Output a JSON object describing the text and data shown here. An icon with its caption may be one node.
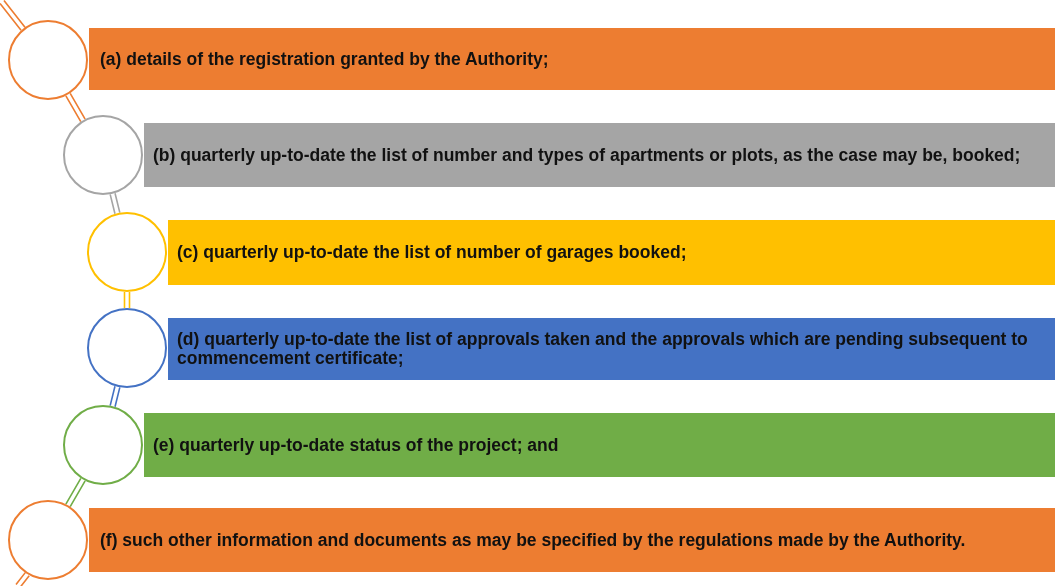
{
  "diagram": {
    "nodes": [
      {
        "text": [],
        "shape": "circle"
      },
      {
        "text": [
          "(a) details of the registration granted by the Authority;"
        ]
      },
      {
        "text": [],
        "shape": "circle"
      },
      {
        "text": [
          "(b) quarterly up-to-date the list of number and types of apartments or plots, as the case may be, booked;"
        ]
      },
      {
        "text": [],
        "shape": "circle"
      },
      {
        "text": [
          "(c) quarterly up-to-date the list of number of garages booked;"
        ]
      },
      {
        "text": [],
        "shape": "circle"
      },
      {
        "text": [
          "(d) quarterly up-to-date the list of approvals taken and the approvals which are pending subsequent to commencement certificate;"
        ]
      },
      {
        "text": [],
        "shape": "circle"
      },
      {
        "text": [
          "(e) quarterly up-to-date status of the project; and"
        ]
      },
      {
        "text": [],
        "shape": "circle"
      },
      {
        "text": [
          "(f) such other information and documents as may be specified by the regulations made by the Authority."
        ]
      }
    ],
    "edges": [
      {
        "from": null,
        "to": 0,
        "arrow": "none"
      },
      {
        "from": 0,
        "to": 2,
        "arrow": "none"
      },
      {
        "from": 2,
        "to": 4,
        "arrow": "none",
        "color": "#a5a5a5"
      },
      {
        "from": 4,
        "to": 6,
        "arrow": "none",
        "color": "#ffc000"
      },
      {
        "from": 6,
        "to": 8,
        "arrow": "none",
        "color": "#4472c4"
      },
      {
        "from": 8,
        "to": 10,
        "arrow": "none",
        "color": "#70ad47"
      },
      {
        "from": 10,
        "to": null,
        "arrow": "none"
      }
    ]
  }
}
